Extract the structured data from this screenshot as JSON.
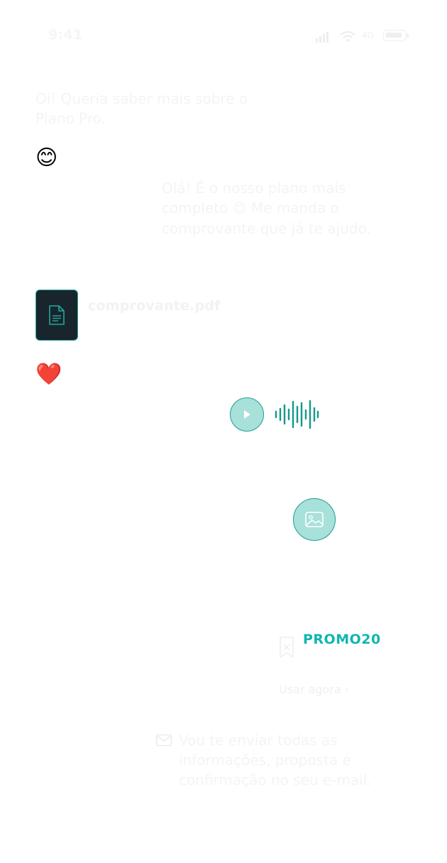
{
  "status_bar": {
    "time": "9:41",
    "network": "4G",
    "icons": [
      "signal-icon",
      "wifi-icon",
      "battery-icon"
    ]
  },
  "messages": {
    "user_question": "Oi! Queria saber mais sobre o Plano Pro.",
    "user_emoji": "😊",
    "agent_reply_part1": "Olá! É o nosso plano mais completo ",
    "agent_reply_emoji": "😊",
    "agent_reply_part2": " Me manda o comprovante que já te ajudo.",
    "reaction_emoji": "❤️",
    "email_note": "Vou te enviar todas as informações, proposta e confirmação no seu e-mail."
  },
  "attachment": {
    "file_name": "comprovante.pdf",
    "icon": "document-icon"
  },
  "audio": {
    "play_icon": "play-icon",
    "waveform_icon": "waveform-icon"
  },
  "image_message": {
    "icon": "image-icon"
  },
  "coupon": {
    "code": "PROMO20",
    "action_label": "Usar agora",
    "action_icon": "chevron-right-icon",
    "icon": "ticket-icon"
  },
  "colors": {
    "accent": "#1aa092",
    "coupon_text": "#0fb6b0",
    "bubble_fill": "#a8e0da",
    "file_tile_bg": "#18252d",
    "faint_text": "#f3f4f5"
  }
}
